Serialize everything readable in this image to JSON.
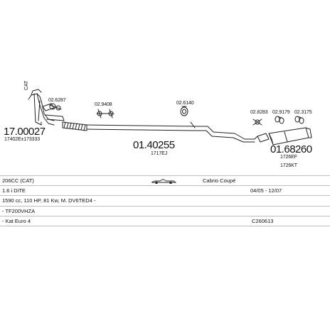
{
  "parts": {
    "cat": "CAT",
    "clamp_left": "02.6287",
    "main_number": "17.00027",
    "main_sub": "17402E±173333",
    "clamp_02_9408": "02.9408",
    "hanger_02_6140": "02.6140",
    "mid_number": "01.40255",
    "mid_sub": "1717EJ",
    "clamp_02_8283": "02.8283",
    "clamp_02_9179": "02.9179",
    "clamp_02_3175": "02.3175",
    "rear_number": "01.68260",
    "rear_sub1": "1726EF",
    "rear_sub2": "1726KT"
  },
  "info": {
    "model": "206CC (CAT)",
    "body": "Cabrio Coupé",
    "engine": "1.6 i DiTE",
    "dates": "04/05 - 12/07",
    "specs": "1590 cc, 110 HP, 81 Kw, M. DV6TED4 -",
    "code": "- TF200VHZA",
    "norm": "- Kat Euro 4",
    "ref": "C260613"
  },
  "colors": {
    "ink": "#222222",
    "rule": "#bdbdbd"
  },
  "icons": {
    "body_style": "convertible-car-icon"
  }
}
